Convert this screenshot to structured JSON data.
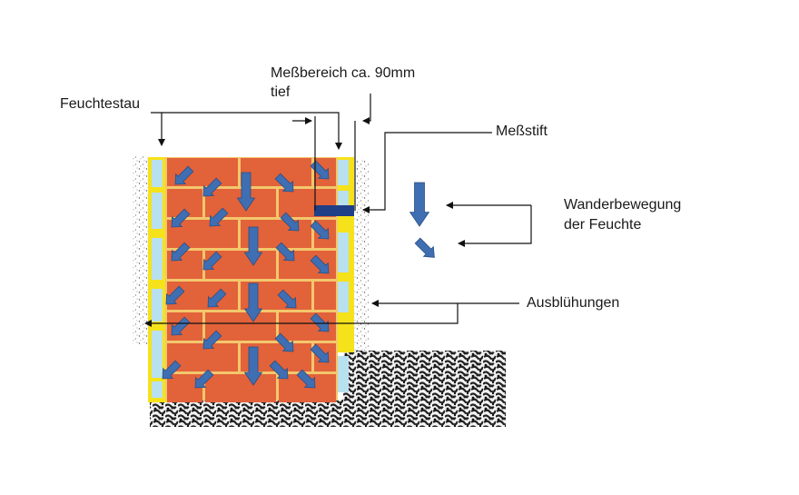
{
  "labels": {
    "feuchtestau": "Feuchtestau",
    "messbereich_line1": "Meßbereich ca. 90mm",
    "messbereich_line2": "tief",
    "messstift": "Meßstift",
    "wanderbewegung_line1": "Wanderbewegung",
    "wanderbewegung_line2": "der Feuchte",
    "ausbluehungen": "Ausblühungen"
  },
  "colors": {
    "brick": "#e2623a",
    "mortar": "#f3c76c",
    "plaster_yellow": "#f6e21a",
    "salt_blue": "#b9e0ef",
    "arrow_blue": "#3f6fb2",
    "probe": "#1f3f86"
  }
}
